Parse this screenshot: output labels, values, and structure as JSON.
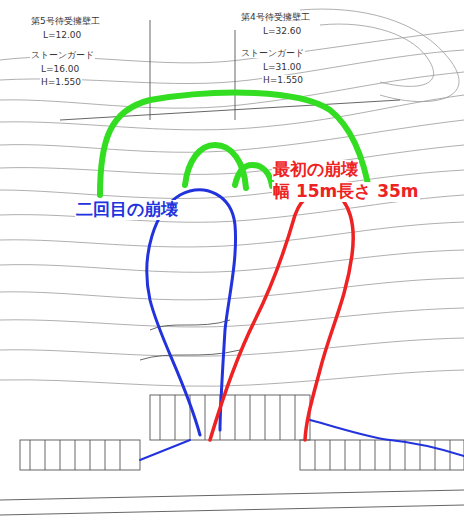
{
  "diagram": {
    "labels": [
      "第5号待受擁壁工",
      "L=12.00",
      "ストーンガード",
      "L=16.00",
      "H=1.550",
      "第4号待受擁壁工",
      "L=32.60",
      "ストーンガード",
      "L=31.00",
      "H=1.550",
      "二回目の崩壊",
      "最初の崩壊",
      "幅 15m長さ 35m"
    ]
  }
}
